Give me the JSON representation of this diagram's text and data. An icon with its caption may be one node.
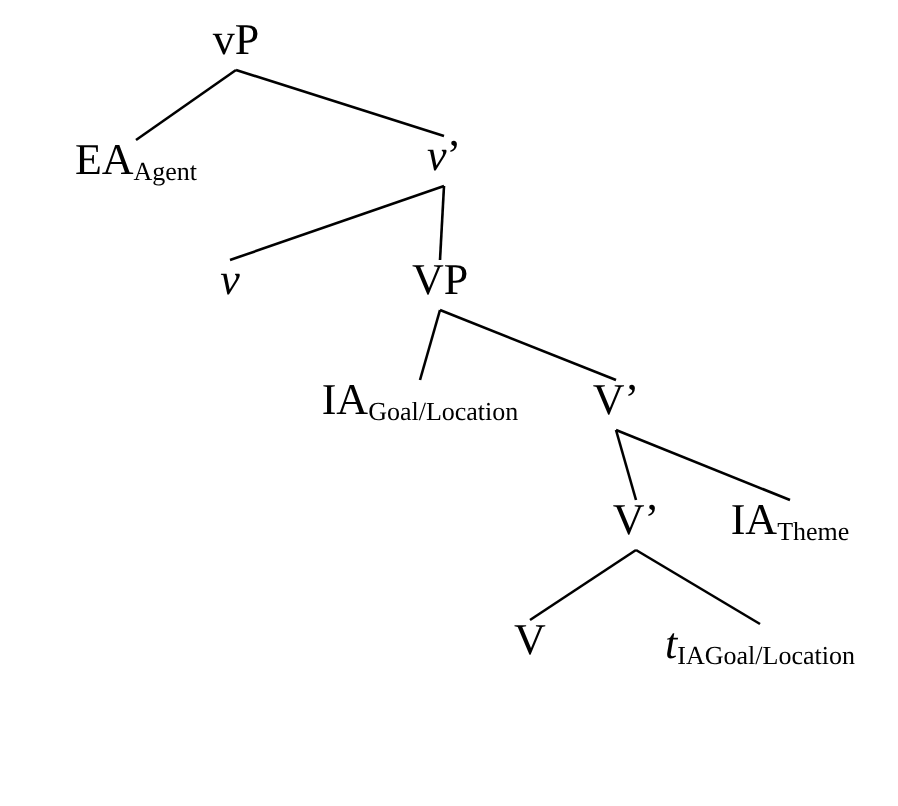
{
  "diagram": {
    "nodes": [
      {
        "text": [
          "vP"
        ]
      },
      {
        "text": [
          "EA$_{Agent}$"
        ]
      },
      {
        "text": [
          "*v*’"
        ]
      },
      {
        "text": [
          "v"
        ]
      },
      {
        "text": [
          "VP"
        ]
      },
      {
        "text": [
          "IA$_{Goal/Location}$"
        ]
      },
      {
        "text": [
          "V’"
        ]
      },
      {
        "text": [
          "V’"
        ]
      },
      {
        "text": [
          "IA$_{Theme}$"
        ]
      },
      {
        "text": [
          "V"
        ]
      },
      {
        "text": [
          "*t*$_{IAGoal/Location}$"
        ]
      }
    ],
    "edges": [
      {
        "from": 0,
        "to": 1,
        "arrow": "none"
      },
      {
        "from": 0,
        "to": 2,
        "arrow": "none"
      },
      {
        "from": 2,
        "to": 3,
        "arrow": "none"
      },
      {
        "from": 2,
        "to": 4,
        "arrow": "none"
      },
      {
        "from": 4,
        "to": 5,
        "arrow": "none"
      },
      {
        "from": 4,
        "to": 6,
        "arrow": "none"
      },
      {
        "from": 6,
        "to": 7,
        "arrow": "none"
      },
      {
        "from": 6,
        "to": 8,
        "arrow": "none"
      },
      {
        "from": 7,
        "to": 9,
        "arrow": "none"
      },
      {
        "from": 7,
        "to": 10,
        "arrow": "none"
      }
    ]
  }
}
